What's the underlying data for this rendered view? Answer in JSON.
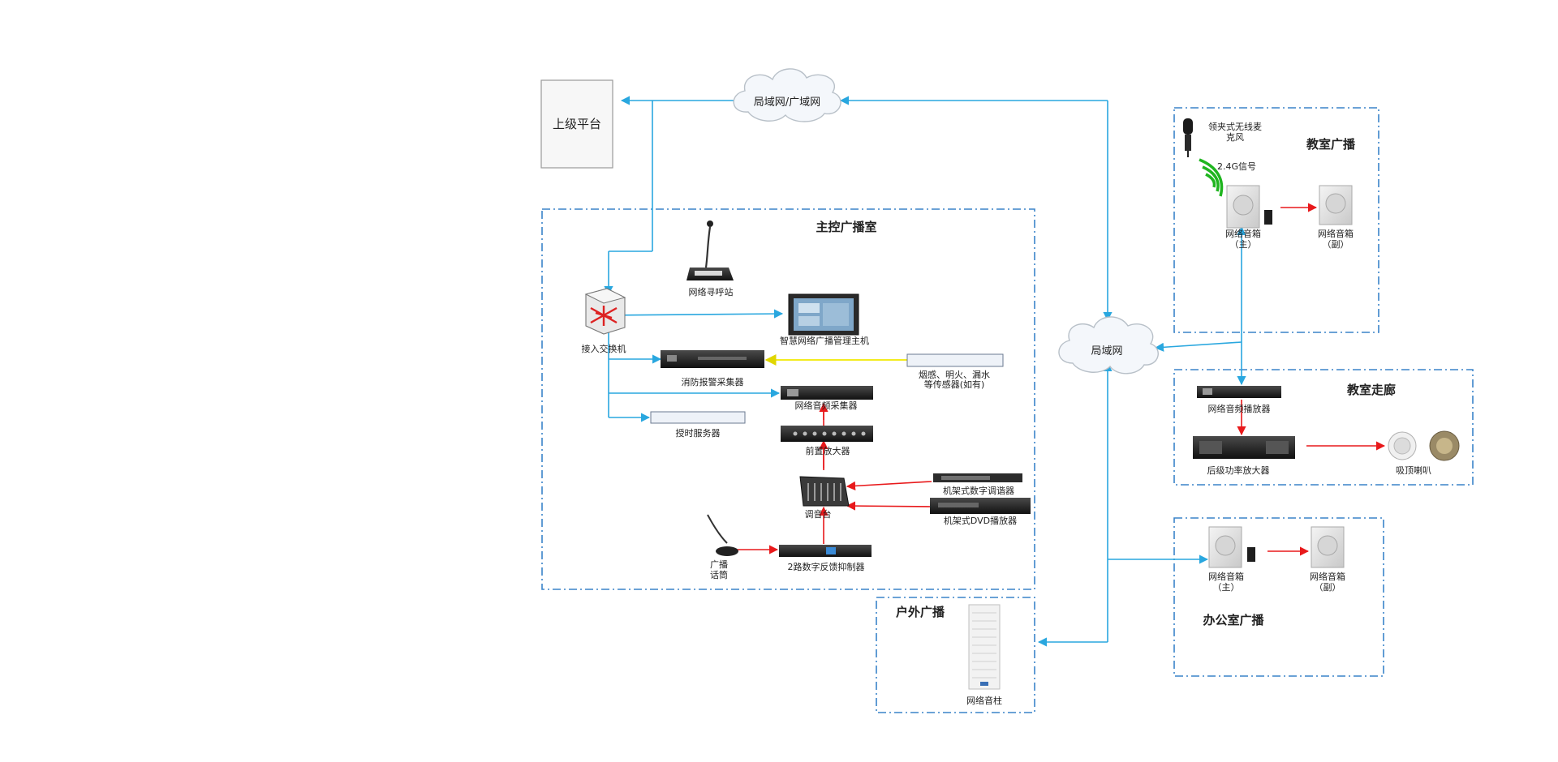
{
  "title": "",
  "colors": {
    "network_line": "#29a7df",
    "audio_line": "#e8191b",
    "sensor_line": "#f3ec1f",
    "zone_border": "#3a83c9",
    "text": "#222222"
  },
  "nodes": {
    "upper_platform": "上级平台",
    "cloud_wan": "局域网/广域网",
    "cloud_lan": "局域网",
    "access_switch": "接入交换机",
    "paging_station": "网络寻呼站",
    "host": "智慧网络广播管理主机",
    "fire_collector": "消防报警采集器",
    "sensor_line1": "烟感、明火、漏水",
    "sensor_line2": "等传感器(如有)",
    "audio_collector": "网络音频采集器",
    "time_server": "授时服务器",
    "preamp": "前置放大器",
    "tuner": "机架式数字调谐器",
    "mixer": "调音台",
    "dvd": "机架式DVD播放器",
    "mic_line1": "广播",
    "mic_line2": "话筒",
    "feedback": "2路数字反馈抑制器",
    "column_speaker": "网络音柱",
    "lav_mic_line1": "领夹式无线麦",
    "lav_mic_line2": "克风",
    "signal": "2.4G信号",
    "speaker_main": "网络音箱",
    "main_tag": "（主）",
    "speaker_sub": "网络音箱",
    "sub_tag": "（副）",
    "net_player": "网络音频播放器",
    "power_amp": "后级功率放大器",
    "ceiling_speaker": "吸顶喇叭",
    "office_speaker_main": "网络音箱",
    "office_main_tag": "（主）",
    "office_speaker_sub": "网络音箱",
    "office_sub_tag": "（副）"
  },
  "zones": {
    "control_room": "主控广播室",
    "outdoor": "户外广播",
    "classroom": "教室广播",
    "corridor": "教室走廊",
    "office": "办公室广播"
  }
}
